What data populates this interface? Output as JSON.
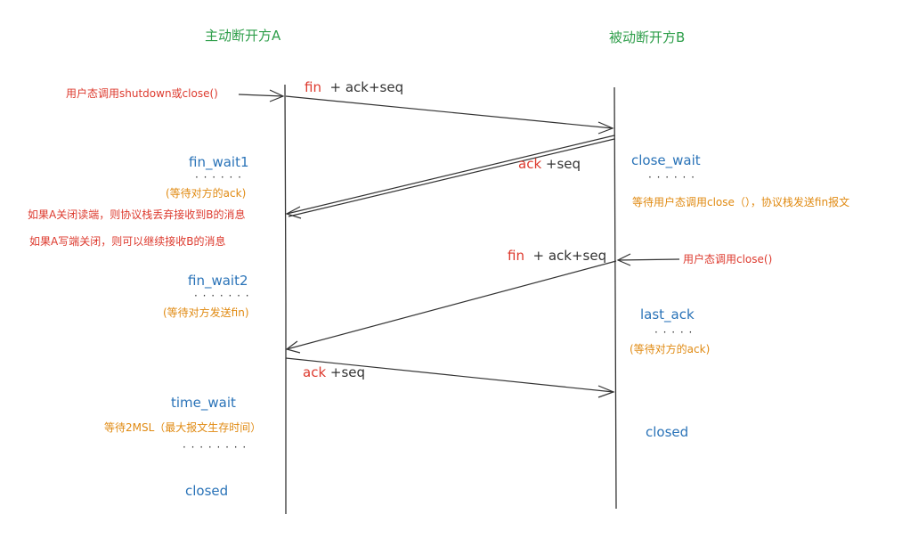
{
  "titles": {
    "left": "主动断开方A",
    "right": "被动断开方B"
  },
  "messages": {
    "m1": {
      "key": "fin",
      "rest": "+ ack+seq"
    },
    "m2": {
      "key": "ack",
      "rest": "+seq"
    },
    "m3": {
      "key": "fin",
      "rest": "+ ack+seq"
    },
    "m4": {
      "key": "ack",
      "rest": "+seq"
    }
  },
  "left_states": {
    "fin_wait1": "fin_wait1",
    "fin_wait1_dots": "· · · · · ·",
    "fin_wait1_note": "(等待对方的ack)",
    "fin_wait2": "fin_wait2",
    "fin_wait2_dots": "· · · · · · ·",
    "fin_wait2_note": "(等待对方发送fin)",
    "time_wait": "time_wait",
    "time_wait_note": "等待2MSL（最大报文生存时间）",
    "time_wait_dots": "· · · · · · · ·",
    "closed": "closed"
  },
  "right_states": {
    "close_wait": "close_wait",
    "close_wait_dots": "· · · · · ·",
    "close_wait_note": "等待用户态调用close（），协议栈发送fin报文",
    "last_ack": "last_ack",
    "last_ack_dots": "· · · · ·",
    "last_ack_note": "(等待对方的ack)",
    "closed": "closed"
  },
  "red_notes": {
    "shutdown": "用户态调用shutdown或close()",
    "read_closed": "如果A关闭读端，则协议栈丢弃接收到B的消息",
    "write_closed": "如果A写端关闭，则可以继续接收B的消息",
    "user_close": "用户态调用close()"
  },
  "colors": {
    "title": "#2e9e4a",
    "state": "#2a73b8",
    "note": "#e08a12",
    "red": "#dd3a2e",
    "line": "#333333"
  }
}
